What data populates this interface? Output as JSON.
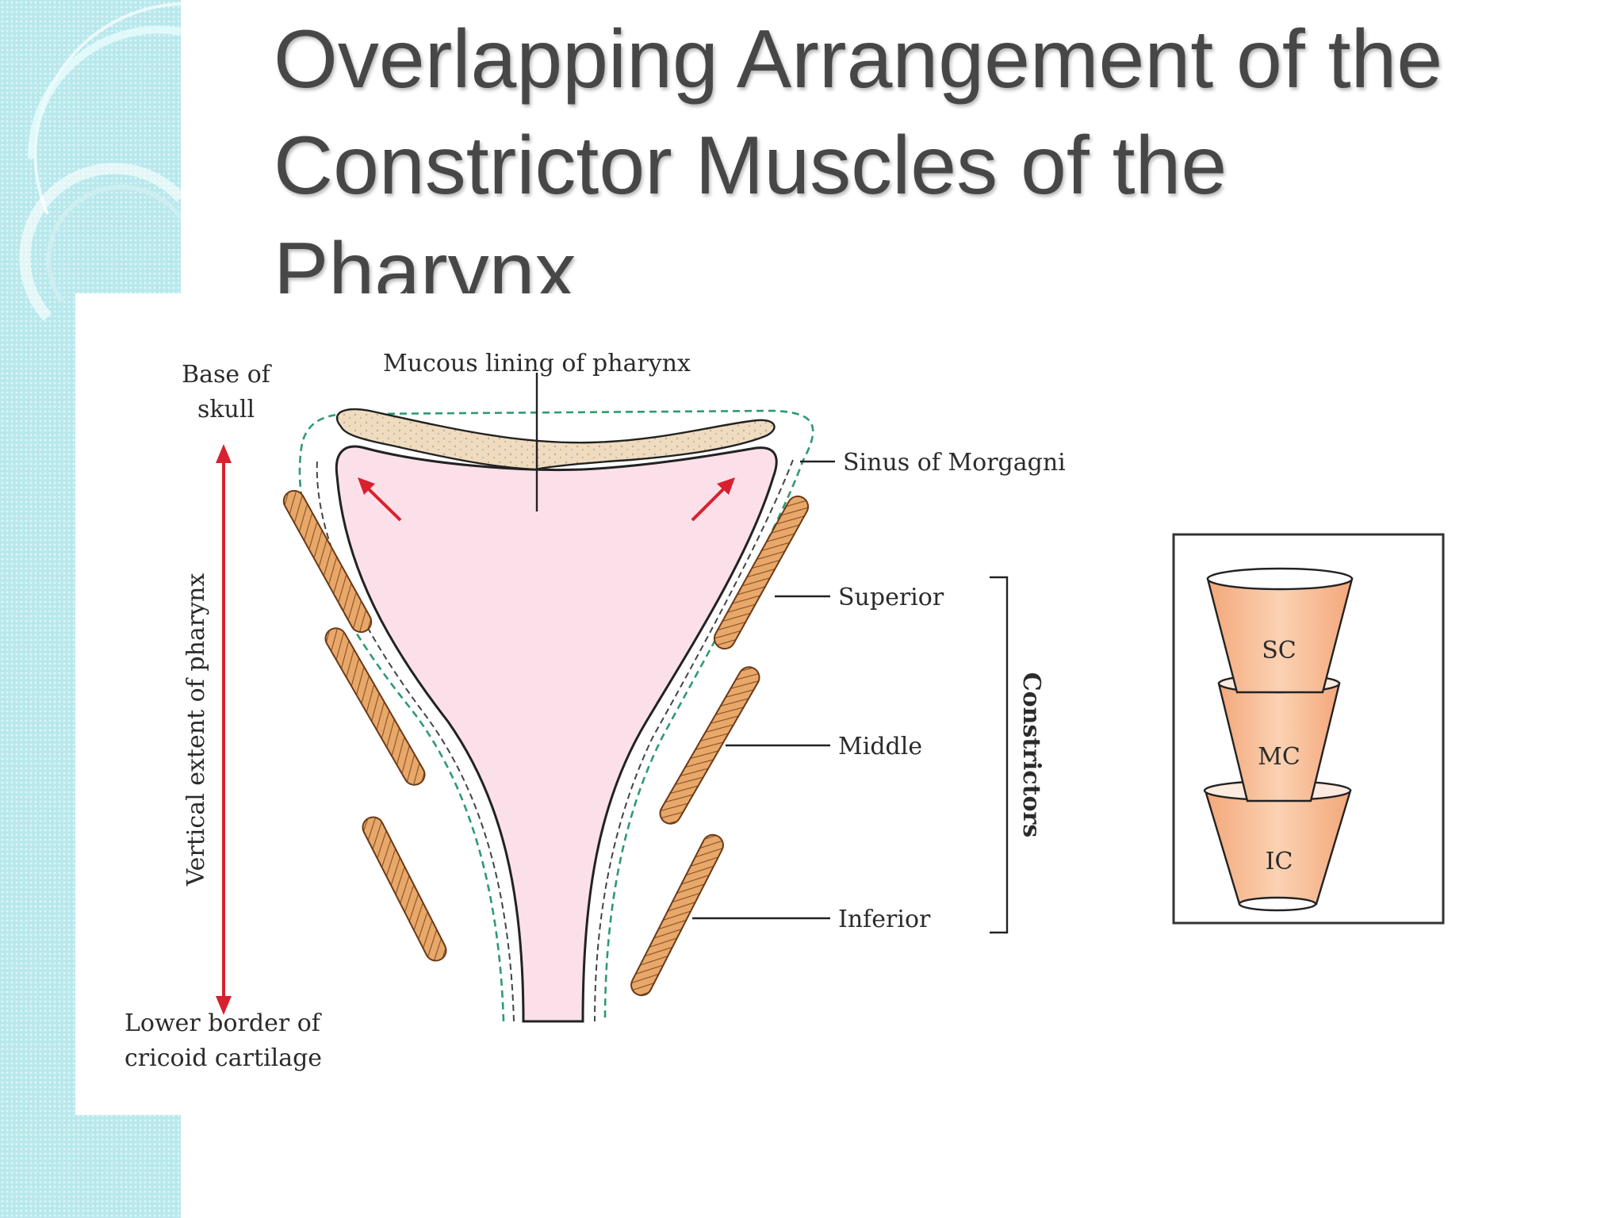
{
  "slide": {
    "title": "Overlapping Arrangement of the Constrictor Muscles of the Pharynx",
    "colors": {
      "band": "#b8e8ec",
      "title_text": "#474747",
      "lumen_fill": "#fbe0ea",
      "muscle_fill": "#e8a86a",
      "arrow_red": "#d9202e",
      "dashed_green": "#2e9a6e",
      "cup_fill": "#f6b489"
    }
  },
  "diagram": {
    "labels": {
      "base_of_skull": [
        "Base of",
        "skull"
      ],
      "vertical_extent": "Vertical extent of pharynx",
      "lower_border": [
        "Lower border of",
        "cricoid cartilage"
      ],
      "mucous_lining": "Mucous lining of pharynx",
      "sinus": "Sinus of Morgagni",
      "superior": "Superior",
      "middle": "Middle",
      "inferior": "Inferior",
      "constrictors": "Constrictors"
    },
    "inset": {
      "sc": "SC",
      "mc": "MC",
      "ic": "IC"
    }
  }
}
